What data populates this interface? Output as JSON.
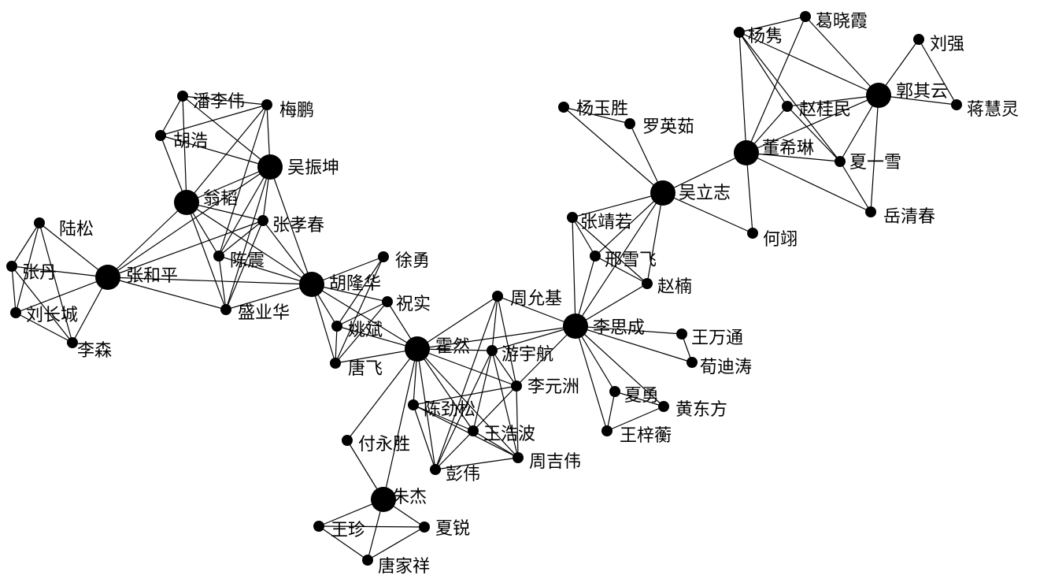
{
  "nodes": {
    "陆松": {
      "label": "陆松",
      "size": "small"
    },
    "张丹": {
      "label": "张丹",
      "size": "small"
    },
    "刘长城": {
      "label": "刘长城",
      "size": "small"
    },
    "李森": {
      "label": "李森",
      "size": "small"
    },
    "张和平": {
      "label": "张和平",
      "size": "large"
    },
    "潘李伟": {
      "label": "潘李伟",
      "size": "small"
    },
    "梅鹏": {
      "label": "梅鹏",
      "size": "small"
    },
    "胡浩": {
      "label": "胡浩",
      "size": "small"
    },
    "吴振坤": {
      "label": "吴振坤",
      "size": "large"
    },
    "翁韬": {
      "label": "翁韬",
      "size": "large"
    },
    "张孝春": {
      "label": "张孝春",
      "size": "small"
    },
    "陈震": {
      "label": "陈震",
      "size": "small"
    },
    "盛业华": {
      "label": "盛业华",
      "size": "small"
    },
    "胡隆华": {
      "label": "胡隆华",
      "size": "large"
    },
    "徐勇": {
      "label": "徐勇",
      "size": "small"
    },
    "祝实": {
      "label": "祝实",
      "size": "small"
    },
    "姚斌": {
      "label": "姚斌",
      "size": "small"
    },
    "唐飞": {
      "label": "唐飞",
      "size": "small"
    },
    "霍然": {
      "label": "霍然",
      "size": "large"
    },
    "周允基": {
      "label": "周允基",
      "size": "small"
    },
    "游宇航": {
      "label": "游宇航",
      "size": "small"
    },
    "李元洲": {
      "label": "李元洲",
      "size": "small"
    },
    "陈劲松": {
      "label": "陈劲松",
      "size": "small"
    },
    "王浩波": {
      "label": "王浩波",
      "size": "small"
    },
    "彭伟": {
      "label": "彭伟",
      "size": "small"
    },
    "周吉伟": {
      "label": "周吉伟",
      "size": "small"
    },
    "付永胜": {
      "label": "付永胜",
      "size": "small"
    },
    "朱杰": {
      "label": "朱杰",
      "size": "large"
    },
    "王珍": {
      "label": "王珍",
      "size": "small"
    },
    "夏锐": {
      "label": "夏锐",
      "size": "small"
    },
    "唐家祥": {
      "label": "唐家祥",
      "size": "small"
    },
    "李思成": {
      "label": "李思成",
      "size": "large"
    },
    "王万通": {
      "label": "王万通",
      "size": "small"
    },
    "荀迪涛": {
      "label": "荀迪涛",
      "size": "small"
    },
    "夏勇": {
      "label": "夏勇",
      "size": "small"
    },
    "黄东方": {
      "label": "黄东方",
      "size": "small"
    },
    "王梓蘅": {
      "label": "王梓蘅",
      "size": "small"
    },
    "张靖若": {
      "label": "张靖若",
      "size": "small"
    },
    "邢雪飞": {
      "label": "邢雪飞",
      "size": "small"
    },
    "赵楠": {
      "label": "赵楠",
      "size": "small"
    },
    "杨玉胜": {
      "label": "杨玉胜",
      "size": "small"
    },
    "罗英茹": {
      "label": "罗英茹",
      "size": "small"
    },
    "吴立志": {
      "label": "吴立志",
      "size": "large"
    },
    "何翊": {
      "label": "何翊",
      "size": "small"
    },
    "董希琳": {
      "label": "董希琳",
      "size": "large"
    },
    "杨隽": {
      "label": "杨隽",
      "size": "small"
    },
    "葛晓霞": {
      "label": "葛晓霞",
      "size": "small"
    },
    "赵桂民": {
      "label": "赵桂民",
      "size": "small"
    },
    "郭其云": {
      "label": "郭其云",
      "size": "large"
    },
    "刘强": {
      "label": "刘强",
      "size": "small"
    },
    "蒋慧灵": {
      "label": "蒋慧灵",
      "size": "small"
    },
    "夏一雪": {
      "label": "夏一雪",
      "size": "small"
    },
    "岳清春": {
      "label": "岳清春",
      "size": "small"
    }
  },
  "edges": [
    [
      "陆松",
      "张丹"
    ],
    [
      "陆松",
      "刘长城"
    ],
    [
      "陆松",
      "李森"
    ],
    [
      "陆松",
      "张和平"
    ],
    [
      "张丹",
      "刘长城"
    ],
    [
      "张丹",
      "李森"
    ],
    [
      "张丹",
      "张和平"
    ],
    [
      "刘长城",
      "李森"
    ],
    [
      "刘长城",
      "张和平"
    ],
    [
      "李森",
      "张和平"
    ],
    [
      "张和平",
      "翁韬"
    ],
    [
      "张和平",
      "张孝春"
    ],
    [
      "张和平",
      "胡隆华"
    ],
    [
      "张和平",
      "盛业华"
    ],
    [
      "张和平",
      "吴振坤"
    ],
    [
      "潘李伟",
      "胡浩"
    ],
    [
      "潘李伟",
      "梅鹏"
    ],
    [
      "潘李伟",
      "吴振坤"
    ],
    [
      "潘李伟",
      "翁韬"
    ],
    [
      "胡浩",
      "梅鹏"
    ],
    [
      "胡浩",
      "吴振坤"
    ],
    [
      "胡浩",
      "翁韬"
    ],
    [
      "梅鹏",
      "吴振坤"
    ],
    [
      "梅鹏",
      "翁韬"
    ],
    [
      "梅鹏",
      "陈震"
    ],
    [
      "吴振坤",
      "翁韬"
    ],
    [
      "吴振坤",
      "张孝春"
    ],
    [
      "吴振坤",
      "陈震"
    ],
    [
      "吴振坤",
      "盛业华"
    ],
    [
      "吴振坤",
      "胡隆华"
    ],
    [
      "翁韬",
      "张孝春"
    ],
    [
      "翁韬",
      "陈震"
    ],
    [
      "翁韬",
      "盛业华"
    ],
    [
      "翁韬",
      "胡隆华"
    ],
    [
      "张孝春",
      "陈震"
    ],
    [
      "张孝春",
      "盛业华"
    ],
    [
      "张孝春",
      "胡隆华"
    ],
    [
      "陈震",
      "盛业华"
    ],
    [
      "陈震",
      "胡隆华"
    ],
    [
      "盛业华",
      "胡隆华"
    ],
    [
      "胡隆华",
      "徐勇"
    ],
    [
      "胡隆华",
      "祝实"
    ],
    [
      "胡隆华",
      "姚斌"
    ],
    [
      "胡隆华",
      "唐飞"
    ],
    [
      "胡隆华",
      "霍然"
    ],
    [
      "徐勇",
      "姚斌"
    ],
    [
      "徐勇",
      "唐飞"
    ],
    [
      "祝实",
      "姚斌"
    ],
    [
      "祝实",
      "唐飞"
    ],
    [
      "祝实",
      "霍然"
    ],
    [
      "姚斌",
      "唐飞"
    ],
    [
      "姚斌",
      "霍然"
    ],
    [
      "唐飞",
      "霍然"
    ],
    [
      "霍然",
      "周允基"
    ],
    [
      "霍然",
      "游宇航"
    ],
    [
      "霍然",
      "李元洲"
    ],
    [
      "霍然",
      "陈劲松"
    ],
    [
      "霍然",
      "王浩波"
    ],
    [
      "霍然",
      "彭伟"
    ],
    [
      "霍然",
      "周吉伟"
    ],
    [
      "霍然",
      "付永胜"
    ],
    [
      "霍然",
      "朱杰"
    ],
    [
      "霍然",
      "李思成"
    ],
    [
      "周允基",
      "游宇航"
    ],
    [
      "周允基",
      "李元洲"
    ],
    [
      "周允基",
      "李思成"
    ],
    [
      "周允基",
      "彭伟"
    ],
    [
      "游宇航",
      "李元洲"
    ],
    [
      "游宇航",
      "王浩波"
    ],
    [
      "游宇航",
      "彭伟"
    ],
    [
      "游宇航",
      "周吉伟"
    ],
    [
      "游宇航",
      "李思成"
    ],
    [
      "李元洲",
      "陈劲松"
    ],
    [
      "李元洲",
      "王浩波"
    ],
    [
      "李元洲",
      "周吉伟"
    ],
    [
      "李元洲",
      "李思成"
    ],
    [
      "陈劲松",
      "王浩波"
    ],
    [
      "陈劲松",
      "彭伟"
    ],
    [
      "陈劲松",
      "周吉伟"
    ],
    [
      "王浩波",
      "彭伟"
    ],
    [
      "王浩波",
      "周吉伟"
    ],
    [
      "彭伟",
      "周吉伟"
    ],
    [
      "付永胜",
      "朱杰"
    ],
    [
      "朱杰",
      "王珍"
    ],
    [
      "朱杰",
      "夏锐"
    ],
    [
      "朱杰",
      "唐家祥"
    ],
    [
      "王珍",
      "夏锐"
    ],
    [
      "王珍",
      "唐家祥"
    ],
    [
      "夏锐",
      "唐家祥"
    ],
    [
      "李思成",
      "王万通"
    ],
    [
      "李思成",
      "荀迪涛"
    ],
    [
      "李思成",
      "夏勇"
    ],
    [
      "李思成",
      "黄东方"
    ],
    [
      "李思成",
      "王梓蘅"
    ],
    [
      "李思成",
      "张靖若"
    ],
    [
      "李思成",
      "邢雪飞"
    ],
    [
      "李思成",
      "赵楠"
    ],
    [
      "李思成",
      "吴立志"
    ],
    [
      "王万通",
      "荀迪涛"
    ],
    [
      "夏勇",
      "黄东方"
    ],
    [
      "夏勇",
      "王梓蘅"
    ],
    [
      "黄东方",
      "王梓蘅"
    ],
    [
      "张靖若",
      "邢雪飞"
    ],
    [
      "张靖若",
      "赵楠"
    ],
    [
      "张靖若",
      "吴立志"
    ],
    [
      "邢雪飞",
      "赵楠"
    ],
    [
      "邢雪飞",
      "吴立志"
    ],
    [
      "赵楠",
      "吴立志"
    ],
    [
      "杨玉胜",
      "罗英茹"
    ],
    [
      "杨玉胜",
      "吴立志"
    ],
    [
      "罗英茹",
      "吴立志"
    ],
    [
      "吴立志",
      "何翊"
    ],
    [
      "吴立志",
      "董希琳"
    ],
    [
      "董希琳",
      "杨隽"
    ],
    [
      "董希琳",
      "葛晓霞"
    ],
    [
      "董希琳",
      "赵桂民"
    ],
    [
      "董希琳",
      "郭其云"
    ],
    [
      "董希琳",
      "夏一雪"
    ],
    [
      "董希琳",
      "岳清春"
    ],
    [
      "董希琳",
      "何翊"
    ],
    [
      "杨隽",
      "葛晓霞"
    ],
    [
      "杨隽",
      "赵桂民"
    ],
    [
      "杨隽",
      "郭其云"
    ],
    [
      "杨隽",
      "夏一雪"
    ],
    [
      "葛晓霞",
      "郭其云"
    ],
    [
      "赵桂民",
      "郭其云"
    ],
    [
      "赵桂民",
      "夏一雪"
    ],
    [
      "郭其云",
      "刘强"
    ],
    [
      "郭其云",
      "蒋慧灵"
    ],
    [
      "郭其云",
      "夏一雪"
    ],
    [
      "郭其云",
      "岳清春"
    ],
    [
      "刘强",
      "蒋慧灵"
    ],
    [
      "夏一雪",
      "岳清春"
    ]
  ]
}
